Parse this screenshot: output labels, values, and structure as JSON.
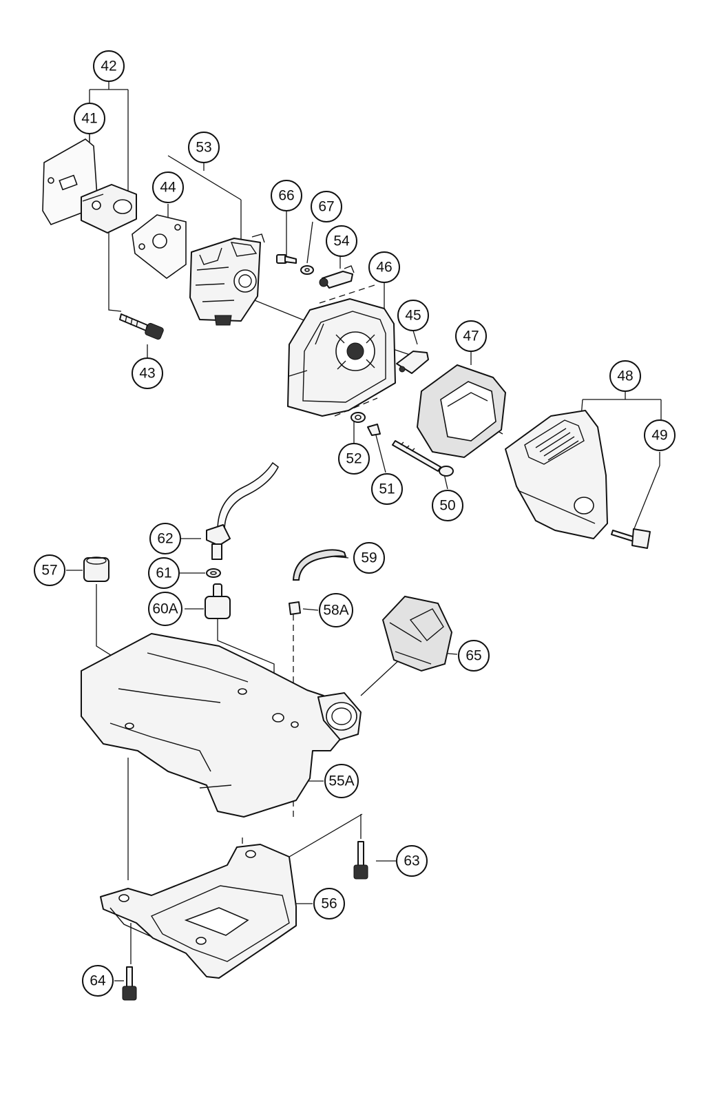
{
  "diagram": {
    "callouts": [
      {
        "id": "c42",
        "label": "42"
      },
      {
        "id": "c41",
        "label": "41"
      },
      {
        "id": "c53",
        "label": "53"
      },
      {
        "id": "c44",
        "label": "44"
      },
      {
        "id": "c66",
        "label": "66"
      },
      {
        "id": "c67",
        "label": "67"
      },
      {
        "id": "c54",
        "label": "54"
      },
      {
        "id": "c46",
        "label": "46"
      },
      {
        "id": "c45",
        "label": "45"
      },
      {
        "id": "c47",
        "label": "47"
      },
      {
        "id": "c48",
        "label": "48"
      },
      {
        "id": "c49",
        "label": "49"
      },
      {
        "id": "c43",
        "label": "43"
      },
      {
        "id": "c52",
        "label": "52"
      },
      {
        "id": "c51",
        "label": "51"
      },
      {
        "id": "c50",
        "label": "50"
      },
      {
        "id": "c62",
        "label": "62"
      },
      {
        "id": "c59",
        "label": "59"
      },
      {
        "id": "c57",
        "label": "57"
      },
      {
        "id": "c61",
        "label": "61"
      },
      {
        "id": "c60A",
        "label": "60A"
      },
      {
        "id": "c58A",
        "label": "58A"
      },
      {
        "id": "c65",
        "label": "65"
      },
      {
        "id": "c55A",
        "label": "55A"
      },
      {
        "id": "c63",
        "label": "63"
      },
      {
        "id": "c56",
        "label": "56"
      },
      {
        "id": "c64",
        "label": "64"
      }
    ]
  }
}
